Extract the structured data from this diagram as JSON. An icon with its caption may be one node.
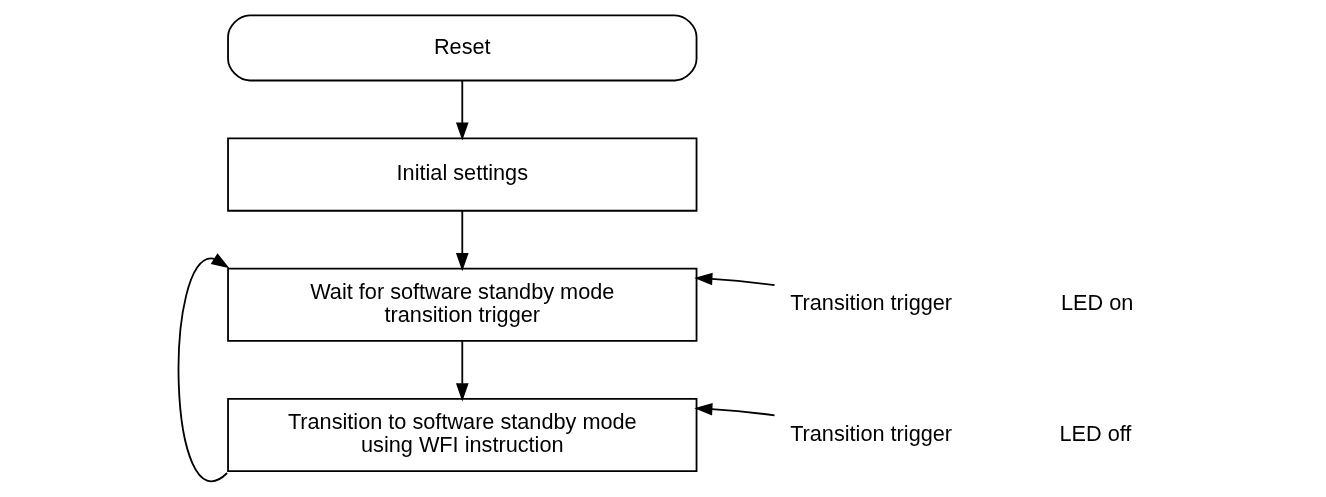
{
  "diagram": {
    "nodes": [
      {
        "text": [
          "Reset"
        ]
      },
      {
        "text": [
          "Initial settings"
        ]
      },
      {
        "text": [
          "Wait for software standby mode transition trigger"
        ]
      },
      {
        "text": [
          "Transition to software standby mode using WFI instruction"
        ]
      },
      {
        "text": [
          "Transition trigger"
        ]
      },
      {
        "text": [
          "Transition trigger"
        ]
      }
    ],
    "edges": [
      {
        "from": 0,
        "to": 1,
        "arrow": "to"
      },
      {
        "from": 1,
        "to": 2,
        "arrow": "to"
      },
      {
        "from": 4,
        "to": 2,
        "arrow": "to"
      },
      {
        "from": 2,
        "to": 3,
        "arrow": "to"
      },
      {
        "from": 5,
        "to": 3,
        "arrow": "to"
      },
      {
        "from": 3,
        "to": 2,
        "arrow": "to"
      }
    ],
    "labels": [
      "LED on",
      "LED off"
    ]
  }
}
